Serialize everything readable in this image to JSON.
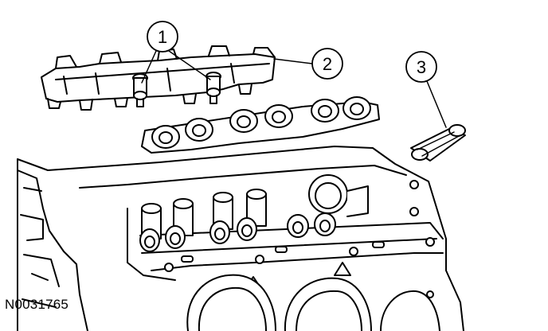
{
  "figure_id": "N0031765",
  "callouts": [
    {
      "number": "1"
    },
    {
      "number": "2"
    },
    {
      "number": "3"
    }
  ],
  "colors": {
    "line": "#000000",
    "paper": "#ffffff"
  }
}
